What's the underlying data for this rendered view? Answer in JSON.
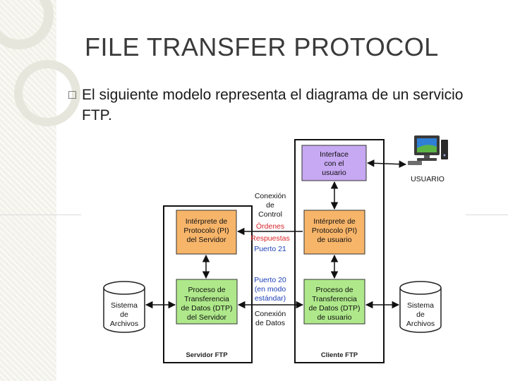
{
  "slide": {
    "title": "FILE TRANSFER PROTOCOL",
    "bullet_glyph": "□",
    "intro_text": "El siguiente modelo representa el diagrama de un servicio FTP."
  },
  "diagram": {
    "nodes": {
      "interface": [
        "Interface",
        "con el",
        "usuario"
      ],
      "pi_server": [
        "Intérprete de",
        "Protocolo (PI)",
        "del Servidor"
      ],
      "pi_user": [
        "Intérprete de",
        "Protocolo (PI)",
        "de usuario"
      ],
      "dtp_server": [
        "Proceso de",
        "Transferencia",
        "de Datos (DTP)",
        "del Servidor"
      ],
      "dtp_user": [
        "Proceso de",
        "Transferencia",
        "de Datos (DTP)",
        "de usuario"
      ],
      "fs_server": [
        "Sistema",
        "de",
        "Archivos"
      ],
      "fs_user": [
        "Sistema",
        "de",
        "Archivos"
      ],
      "user": "USUARIO"
    },
    "labels": {
      "control_connection": [
        "Conexión",
        "de",
        "Control"
      ],
      "commands": "Órdenes",
      "responses": "Respuestas",
      "port21": "Puerto 21",
      "port20": [
        "Puerto 20",
        "(en modo",
        "estándar)"
      ],
      "data_connection": [
        "Conexión",
        "de Datos"
      ],
      "server": "Servidor FTP",
      "client": "Cliente FTP"
    },
    "colors": {
      "interface_fill": "#c7a8f2",
      "pi_fill": "#f7b56a",
      "dtp_fill": "#aee88a",
      "commands_color": "#d8262c",
      "port_color": "#1c3fb6",
      "arrow_color": "#111111",
      "cylinder_fill": "#ffffff"
    },
    "icons": {
      "computer": "computer-icon"
    }
  }
}
